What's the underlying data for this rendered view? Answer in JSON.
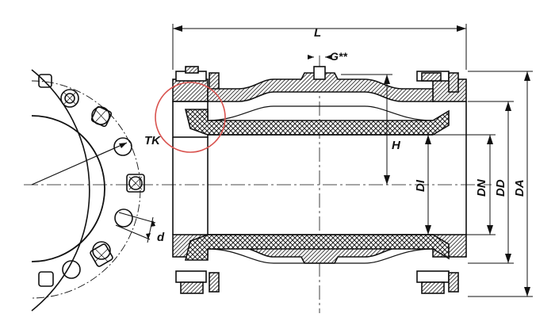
{
  "labels": {
    "L": "L",
    "G": "G**",
    "H": "H",
    "TK": "TK",
    "d": "d",
    "DI": "DI",
    "DN": "DN",
    "DD": "DD",
    "DA": "DA"
  },
  "colors": {
    "ink": "#111111",
    "highlight_circle": "#d9534f",
    "hatch": "#444444"
  }
}
